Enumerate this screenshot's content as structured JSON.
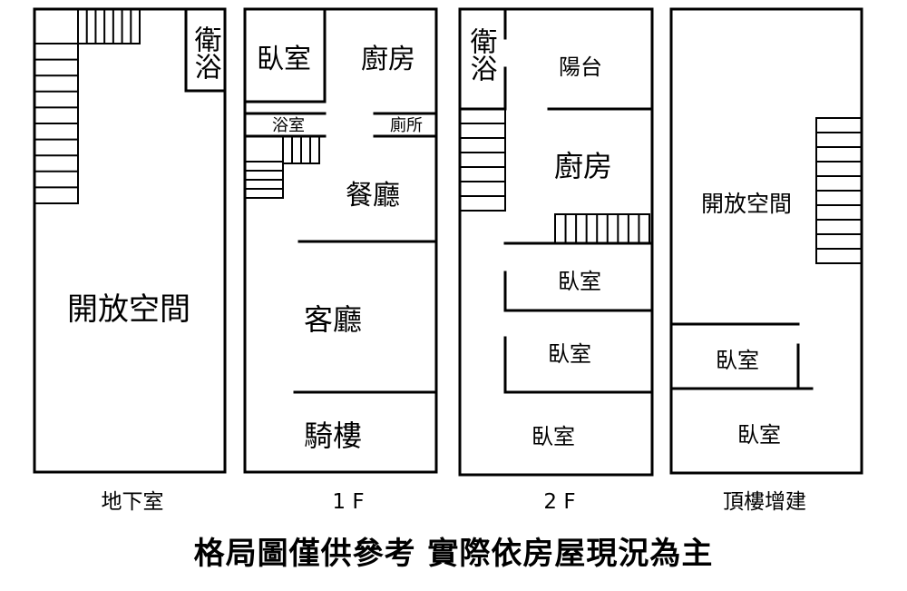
{
  "floors": {
    "basement": {
      "name": "地下室",
      "rooms": {
        "bath": "衛浴",
        "open_space": "開放空間"
      }
    },
    "f1": {
      "name": "1 F",
      "rooms": {
        "bedroom": "臥室",
        "kitchen": "廚房",
        "shower": "浴室",
        "toilet": "廁所",
        "dining": "餐廳",
        "living": "客廳",
        "arcade": "騎樓"
      }
    },
    "f2": {
      "name": "2 F",
      "rooms": {
        "bath": "衛浴",
        "balcony": "陽台",
        "kitchen": "廚房",
        "bedroom_1": "臥室",
        "bedroom_2": "臥室",
        "bedroom_3": "臥室"
      }
    },
    "roof": {
      "name": "頂樓增建",
      "rooms": {
        "open_space": "開放空間",
        "bedroom_1": "臥室",
        "bedroom_2": "臥室"
      }
    }
  },
  "disclaimer": "格局圖僅供參考 實際依房屋現況為主"
}
